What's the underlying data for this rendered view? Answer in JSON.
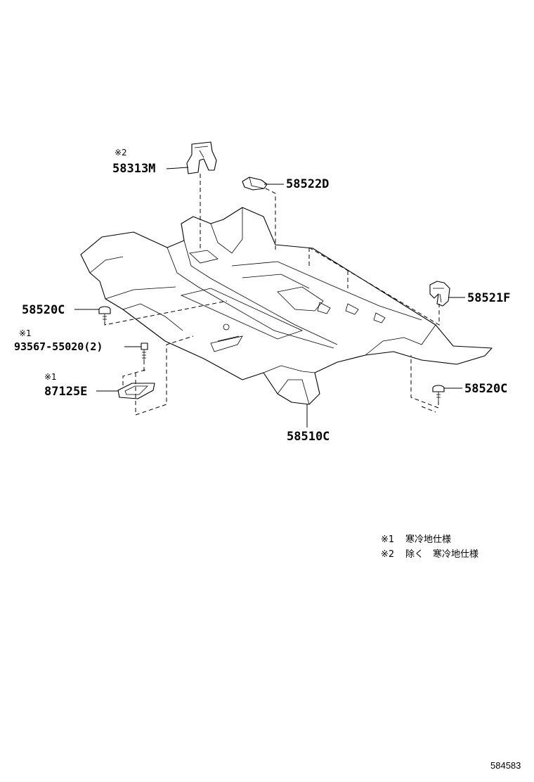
{
  "parts": [
    {
      "id": "p58313m",
      "number": "58313M",
      "mark": "※2"
    },
    {
      "id": "p58522d",
      "number": "58522D"
    },
    {
      "id": "p58520c_left",
      "number": "58520C"
    },
    {
      "id": "p93567",
      "number": "93567-55020",
      "qty": "(2)",
      "mark": "※1"
    },
    {
      "id": "p87125e",
      "number": "87125E",
      "mark": "※1"
    },
    {
      "id": "p58521f",
      "number": "58521F"
    },
    {
      "id": "p58520c_right",
      "number": "58520C"
    },
    {
      "id": "p58510c",
      "number": "58510C"
    }
  ],
  "notes": [
    {
      "mark": "※1",
      "text": "寒冷地仕様"
    },
    {
      "mark": "※2",
      "text": "除く　寒冷地仕様"
    }
  ],
  "figure_id": "584583"
}
